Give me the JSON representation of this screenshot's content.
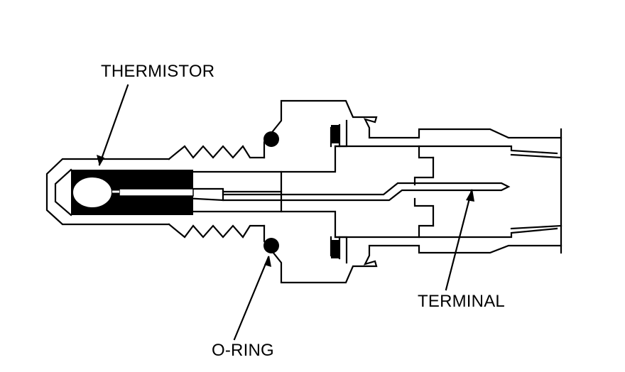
{
  "labels": {
    "thermistor": "THERMISTOR",
    "terminal": "TERMINAL",
    "o_ring": "O-RING"
  },
  "colors": {
    "ink": "#000000",
    "paper": "#ffffff"
  }
}
